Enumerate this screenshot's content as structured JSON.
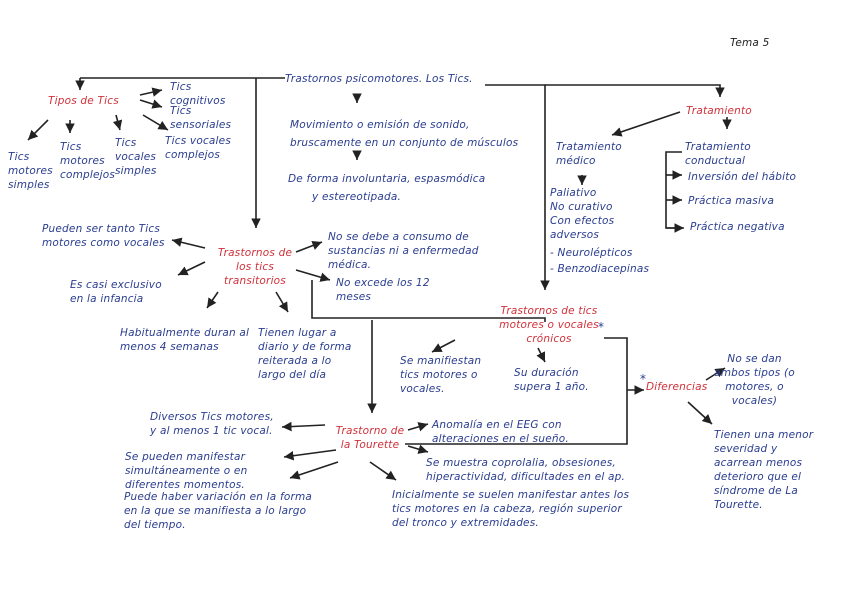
{
  "title": "Tema 5",
  "root": "Trastornos psicomotores. Los Tics.",
  "tipos": {
    "title": "Tipos de Tics",
    "motores_simples": "Tics motores simples",
    "motores_complejos": "Tics motores complejos",
    "vocales_simples": "Tics vocales simples",
    "vocales_complejos": "Tics vocales complejos",
    "cognitivos": "Tics cognitivos",
    "sensoriales": "Tics sensoriales"
  },
  "definicion": {
    "line1": "Movimiento o emisión de sonido,",
    "line2": "bruscamente en un conjunto de músculos",
    "line3": "De forma involuntaria, espasmódica",
    "line4": "y estereotipada."
  },
  "tratamiento": {
    "title": "Tratamiento",
    "medico": "Tratamiento médico",
    "medico_items": [
      "Paliativo",
      "No curativo",
      "Con efectos adversos",
      "- Neurolépticos",
      "- Benzodiacepinas"
    ],
    "conductual": "Tratamiento conductual",
    "conductual_items": [
      "Inversión del hábito",
      "Práctica masiva",
      "Práctica negativa"
    ]
  },
  "transitorios": {
    "title": "Trastornos de los tics transitorios",
    "left1": "Pueden ser tanto Tics motores como vocales",
    "left2": "Es casi exclusivo en la infancia",
    "right1": "No se debe a consumo de sustancias ni a enfermedad médica.",
    "right2": "No excede los 12 meses",
    "bottom1": "Habitualmente duran al menos 4 semanas",
    "bottom2": "Tienen lugar a diario y de forma reiterada a lo largo del día"
  },
  "cronicos": {
    "title": "Trastornos de tics motores o vocales crónicos",
    "item1": "Se manifiestan tics motores o vocales.",
    "item2": "Su duración supera 1 año."
  },
  "diferencias": {
    "title": "Diferencias",
    "item1": "No se dan ambos tipos (o motores, o vocales)",
    "item2": "Tienen una menor severidad y acarrean menos deterioro que el síndrome de La Tourette."
  },
  "tourette": {
    "title": "Trastorno de la Tourette",
    "left1": "Diversos Tics motores, y al menos 1 tic vocal.",
    "left2": "Se pueden manifestar simultáneamente o en diferentes momentos.",
    "left3": "Puede haber variación en la forma en la que se manifiesta a lo largo del tiempo.",
    "right1": "Anomalía en el EEG con alteraciones en el sueño.",
    "right2": "Se muestra coprolalia, obsesiones, hiperactividad, dificultades en el ap.",
    "bottom": "Inicialmente se suelen manifestar antes los tics motores en la cabeza, región superior del tronco y extremidades."
  }
}
